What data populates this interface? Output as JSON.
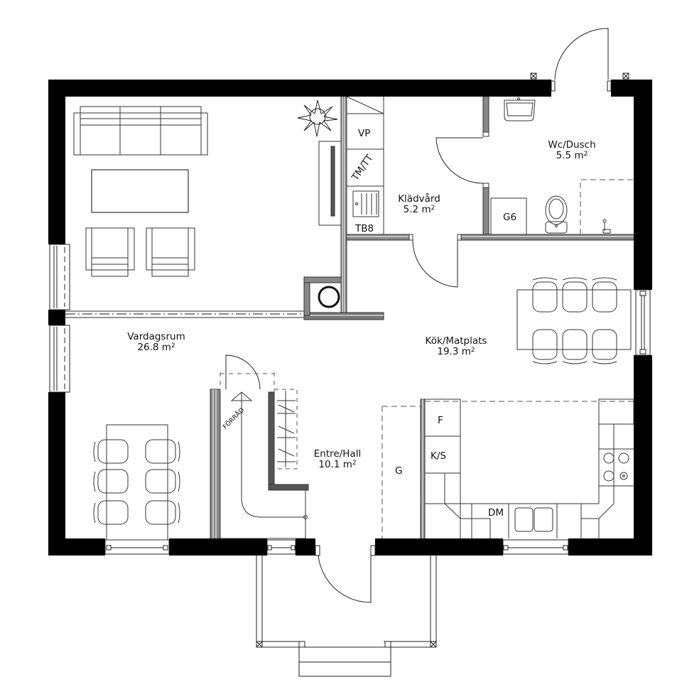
{
  "plan": {
    "type": "floor-plan",
    "rooms": [
      {
        "id": "vardagsrum",
        "name": "Vardagsrum",
        "area": "26.8",
        "unit": "m"
      },
      {
        "id": "kladvard",
        "name": "Klädvård",
        "area": "5.2",
        "unit": "m"
      },
      {
        "id": "wc",
        "name": "Wc/Dusch",
        "area": "5.5",
        "unit": "m"
      },
      {
        "id": "kok",
        "name": "Kök/Matplats",
        "area": "19.3",
        "unit": "m"
      },
      {
        "id": "entre",
        "name": "Entre/Hall",
        "area": "10.1",
        "unit": "m"
      }
    ],
    "fixtures": {
      "vp": "VP",
      "tmtt": "TM/TT",
      "tb8": "TB8",
      "g6": "G6",
      "forrad": "FÖRRÅD",
      "f": "F",
      "ks": "K/S",
      "g": "G",
      "dm": "DM"
    },
    "sq_suffix": "2",
    "colors": {
      "wall": "#000000",
      "line": "#222222",
      "dash": "#444444",
      "background": "#ffffff"
    }
  }
}
